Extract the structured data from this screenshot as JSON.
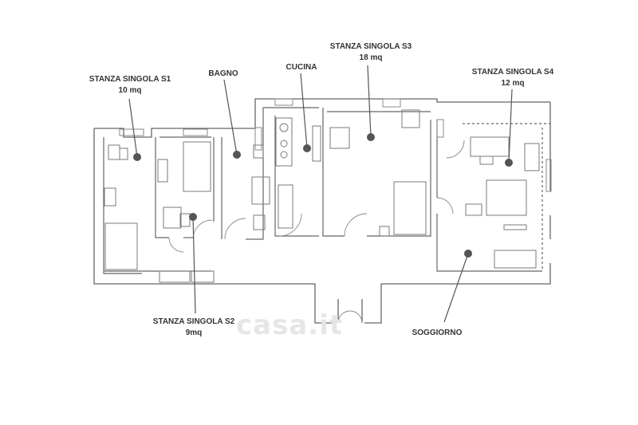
{
  "rooms": {
    "s1": {
      "name": "STANZA SINGOLA S1",
      "area": "10 mq"
    },
    "bagno": {
      "name": "BAGNO"
    },
    "cucina": {
      "name": "CUCINA"
    },
    "s3": {
      "name": "STANZA SINGOLA S3",
      "area": "18 mq"
    },
    "s4": {
      "name": "STANZA SINGOLA S4",
      "area": "12 mq"
    },
    "s2": {
      "name": "STANZA SINGOLA S2",
      "area": "9mq"
    },
    "soggiorno": {
      "name": "SOGGIORNO"
    }
  },
  "watermark": {
    "text": "casa.it"
  },
  "colors": {
    "wall": "#666666",
    "furniture": "#7a7a7a",
    "marker": "#555555",
    "label": "#333333"
  }
}
